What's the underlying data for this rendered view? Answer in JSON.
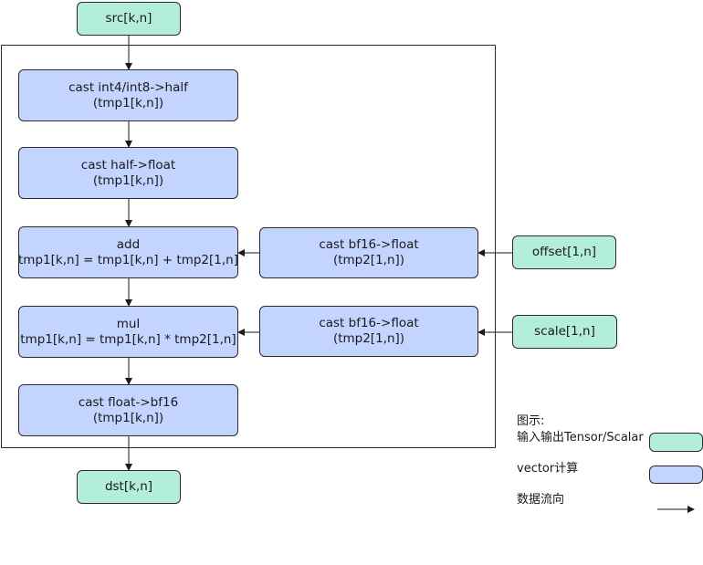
{
  "nodes": {
    "src": "src[k,n]",
    "cast_int4": {
      "line1": "cast int4/int8->half",
      "line2": "(tmp1[k,n])"
    },
    "cast_half": {
      "line1": "cast half->float",
      "line2": "(tmp1[k,n])"
    },
    "add": {
      "line1": "add",
      "line2": "tmp1[k,n] = tmp1[k,n] + tmp2[1,n]"
    },
    "mul": {
      "line1": "mul",
      "line2": "tmp1[k,n] = tmp1[k,n] * tmp2[1,n]"
    },
    "cast_bf16": {
      "line1": "cast float->bf16",
      "line2": "(tmp1[k,n])"
    },
    "dst": "dst[k,n]",
    "offset_cast": {
      "line1": "cast bf16->float",
      "line2": "(tmp2[1,n])"
    },
    "scale_cast": {
      "line1": "cast bf16->float",
      "line2": "(tmp2[1,n])"
    },
    "offset": "offset[1,n]",
    "scale": "scale[1,n]"
  },
  "legend": {
    "title": "图示:",
    "io_label": "输入输出Tensor/Scalar",
    "vector_label": "vector计算",
    "flow_label": "数据流向"
  },
  "colors": {
    "io_fill": "#b3eddc",
    "vector_fill": "#c3d4ff",
    "stroke": "#2b2b2b"
  }
}
